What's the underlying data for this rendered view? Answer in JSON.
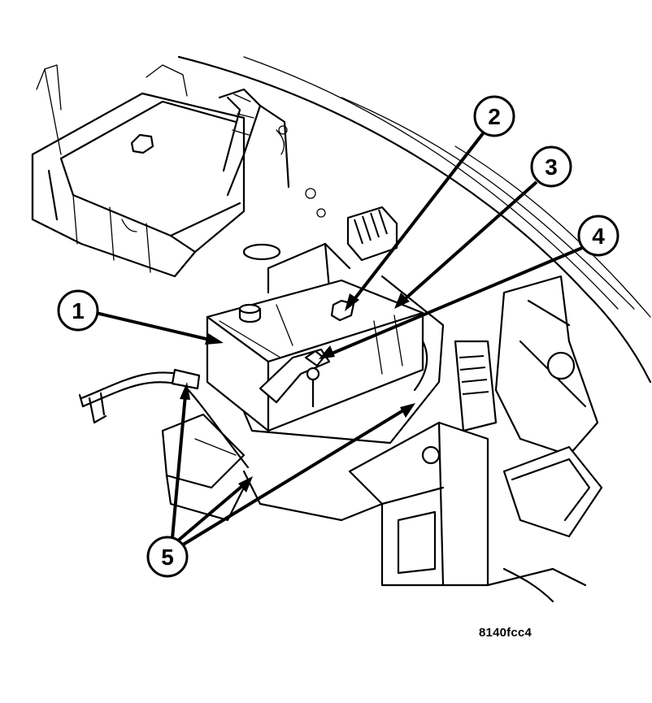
{
  "callouts": [
    {
      "id": "callout-1",
      "label": "1"
    },
    {
      "id": "callout-2",
      "label": "2"
    },
    {
      "id": "callout-3",
      "label": "3"
    },
    {
      "id": "callout-4",
      "label": "4"
    },
    {
      "id": "callout-5",
      "label": "5"
    }
  ],
  "figure_id": "8140fcc4"
}
